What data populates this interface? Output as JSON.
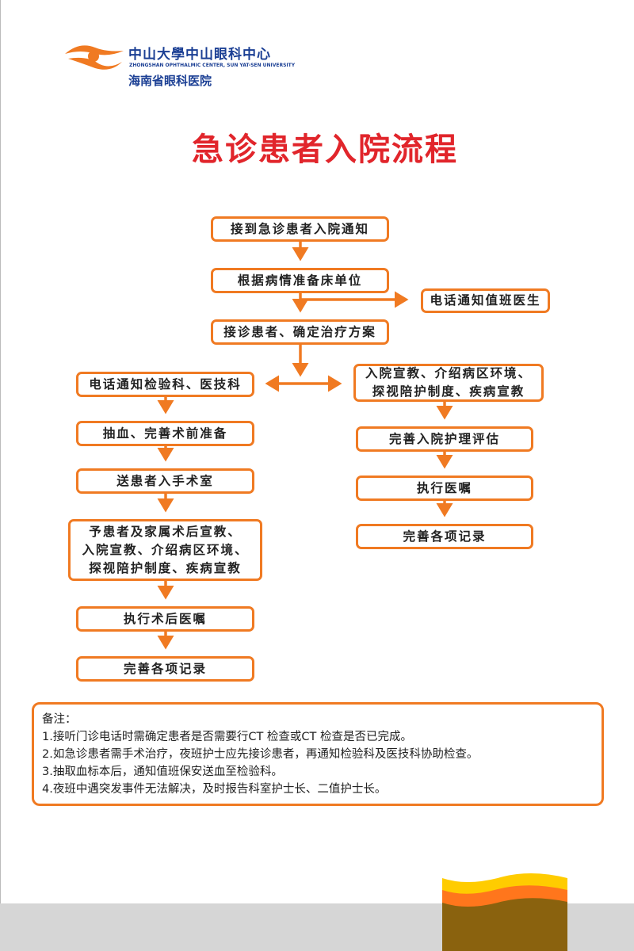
{
  "header": {
    "logo_main": "中山大學中山眼科中心",
    "logo_english": "ZHONGSHAN OPHTHALMIC CENTER, SUN YAT-SEN UNIVERSITY",
    "logo_sub": "海南省眼科医院"
  },
  "title": "急诊患者入院流程",
  "flow": {
    "step1": "接到急诊患者入院通知",
    "step2": "根据病情准备床单位",
    "notify_doctor": "电话通知值班医生",
    "step3": "接诊患者、确定治疗方案",
    "left": [
      "电话通知检验科、医技科",
      "抽血、完善术前准备",
      "送患者入手术室",
      "予患者及家属术后宣教、\n入院宣教、介绍病区环境、\n探视陪护制度、疾病宣教",
      "执行术后医嘱",
      "完善各项记录"
    ],
    "right": [
      "入院宣教、介绍病区环境、\n探视陪护制度、疾病宣教",
      "完善入院护理评估",
      "执行医嘱",
      "完善各项记录"
    ]
  },
  "notes": {
    "heading": "备注：",
    "items": [
      "1.接听门诊电话时需确定患者是否需要行CT 检查或CT 检查是否已完成。",
      "2.如急诊患者需手术治疗，夜班护士应先接诊患者，再通知检验科及医技科协助检查。",
      "3.抽取血标本后，通知值班保安送血至检验科。",
      "4.夜班中遇突发事件无法解决，及时报告科室护士长、二值护士长。"
    ]
  },
  "colors": {
    "accent": "#f07a22",
    "title": "#e1252b",
    "brand": "#1b3f94"
  }
}
